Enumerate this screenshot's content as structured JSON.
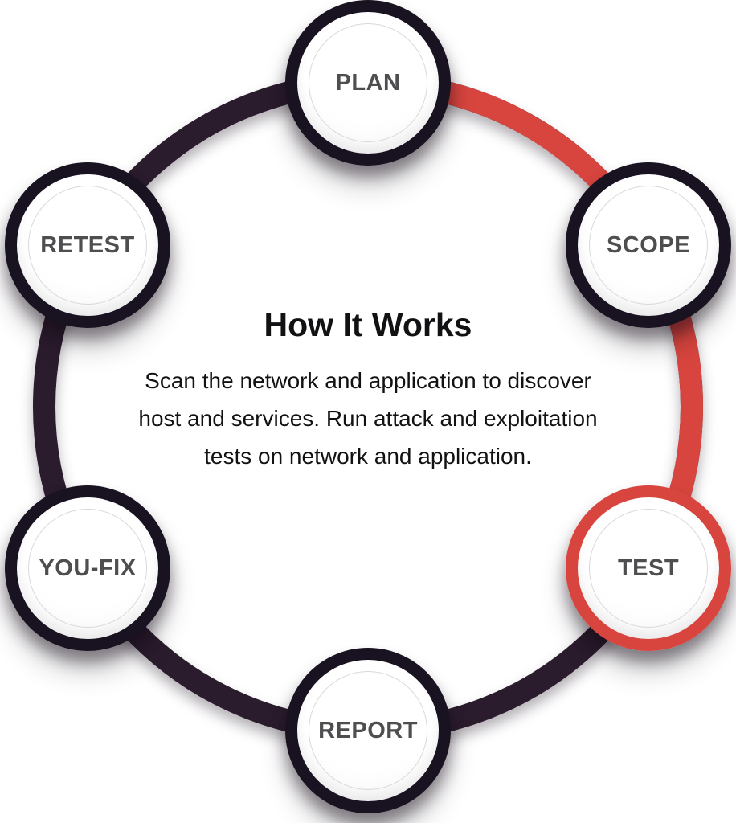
{
  "diagram": {
    "title": "How It Works",
    "description": "Scan the network and application to discover host and services. Run attack and exploitation tests on network and application.",
    "active_step": "TEST",
    "steps": [
      {
        "label": "PLAN",
        "state": "default"
      },
      {
        "label": "SCOPE",
        "state": "default"
      },
      {
        "label": "TEST",
        "state": "active"
      },
      {
        "label": "REPORT",
        "state": "default"
      },
      {
        "label": "YOU-FIX",
        "state": "default"
      },
      {
        "label": "RETEST",
        "state": "default"
      }
    ]
  },
  "colors": {
    "accent_red": "#d8453f",
    "ring_dark": "#2b1c2d",
    "node_border_dark": "#191221",
    "node_label_gray": "#4e4e50",
    "text_dark": "#121214"
  }
}
